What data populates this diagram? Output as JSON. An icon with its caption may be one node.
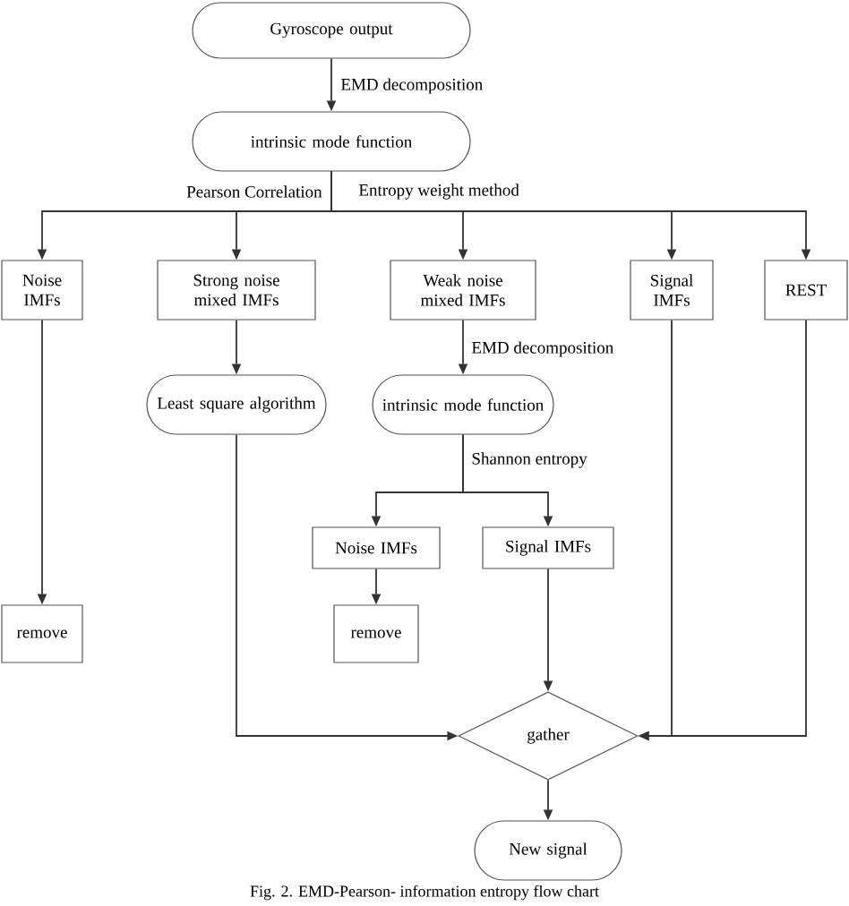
{
  "diagram": {
    "caption": "Fig. 2. EMD-Pearson- information entropy flow chart",
    "nodes": [
      {
        "text": [
          "Gyroscope output"
        ]
      },
      {
        "text": [
          "intrinsic mode function"
        ]
      },
      {
        "text": [
          "Noise IMFs"
        ]
      },
      {
        "text": [
          "Strong noise mixed IMFs"
        ]
      },
      {
        "text": [
          "Weak noise mixed IMFs"
        ]
      },
      {
        "text": [
          "Signal IMFs"
        ]
      },
      {
        "text": [
          "REST"
        ]
      },
      {
        "text": [
          "Least square algorithm"
        ]
      },
      {
        "text": [
          "intrinsic mode function"
        ]
      },
      {
        "text": [
          "Noise IMFs"
        ]
      },
      {
        "text": [
          "Signal IMFs"
        ]
      },
      {
        "text": [
          "remove"
        ]
      },
      {
        "text": [
          "remove"
        ]
      },
      {
        "text": [
          "gather"
        ]
      },
      {
        "text": [
          "New signal"
        ]
      }
    ],
    "edges": [
      {
        "from": 0,
        "to": 1,
        "arrow": "to",
        "label": "EMD decomposition"
      },
      {
        "from": 1,
        "to": 2,
        "arrow": "to"
      },
      {
        "from": 1,
        "to": 3,
        "arrow": "to"
      },
      {
        "from": 1,
        "to": 4,
        "arrow": "to"
      },
      {
        "from": 1,
        "to": 5,
        "arrow": "to"
      },
      {
        "from": 1,
        "to": 6,
        "arrow": "to"
      },
      {
        "from": 2,
        "to": 11,
        "arrow": "to"
      },
      {
        "from": 3,
        "to": 7,
        "arrow": "to"
      },
      {
        "from": 4,
        "to": 8,
        "arrow": "to",
        "label": "EMD decomposition"
      },
      {
        "from": 8,
        "to": 9,
        "arrow": "to"
      },
      {
        "from": 8,
        "to": 10,
        "arrow": "to"
      },
      {
        "from": 9,
        "to": 12,
        "arrow": "to"
      },
      {
        "from": 7,
        "to": 13,
        "arrow": "to"
      },
      {
        "from": 10,
        "to": 13,
        "arrow": "to"
      },
      {
        "from": 5,
        "to": 13,
        "arrow": "to"
      },
      {
        "from": 6,
        "to": 13,
        "arrow": "to"
      },
      {
        "from": 13,
        "to": 14,
        "arrow": "to"
      }
    ],
    "labels": [
      "Pearson Correlation",
      "Entropy weight method",
      "Shannon entropy"
    ]
  }
}
